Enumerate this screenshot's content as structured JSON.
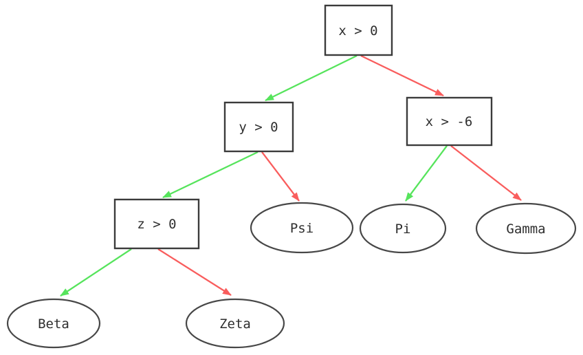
{
  "diagram": {
    "type": "decision-tree",
    "background_color": "#ffffff",
    "colors": {
      "green_branch": "#56e45c",
      "red_branch": "#f95d5d",
      "node_border": "#3b3b3b",
      "label_text": "#2e2e2e"
    },
    "nodes": {
      "root": {
        "label": "x > 0",
        "shape": "rect"
      },
      "y_gt_0": {
        "label": "y > 0",
        "shape": "rect"
      },
      "x_gt_neg6": {
        "label": "x > -6",
        "shape": "rect"
      },
      "z_gt_0": {
        "label": "z > 0",
        "shape": "rect"
      },
      "psi": {
        "label": "Psi",
        "shape": "ellipse"
      },
      "pi": {
        "label": "Pi",
        "shape": "ellipse"
      },
      "gamma": {
        "label": "Gamma",
        "shape": "ellipse"
      },
      "beta": {
        "label": "Beta",
        "shape": "ellipse"
      },
      "zeta": {
        "label": "Zeta",
        "shape": "ellipse"
      }
    },
    "edges": [
      {
        "from": "x > 0",
        "to": "y > 0",
        "color": "#56e45c",
        "color_name": "green"
      },
      {
        "from": "x > 0",
        "to": "x > -6",
        "color": "#f95d5d",
        "color_name": "red"
      },
      {
        "from": "y > 0",
        "to": "z > 0",
        "color": "#56e45c",
        "color_name": "green"
      },
      {
        "from": "y > 0",
        "to": "Psi",
        "color": "#f95d5d",
        "color_name": "red"
      },
      {
        "from": "x > -6",
        "to": "Pi",
        "color": "#56e45c",
        "color_name": "green"
      },
      {
        "from": "x > -6",
        "to": "Gamma",
        "color": "#f95d5d",
        "color_name": "red"
      },
      {
        "from": "z > 0",
        "to": "Beta",
        "color": "#56e45c",
        "color_name": "green"
      },
      {
        "from": "z > 0",
        "to": "Zeta",
        "color": "#f95d5d",
        "color_name": "red"
      }
    ]
  }
}
